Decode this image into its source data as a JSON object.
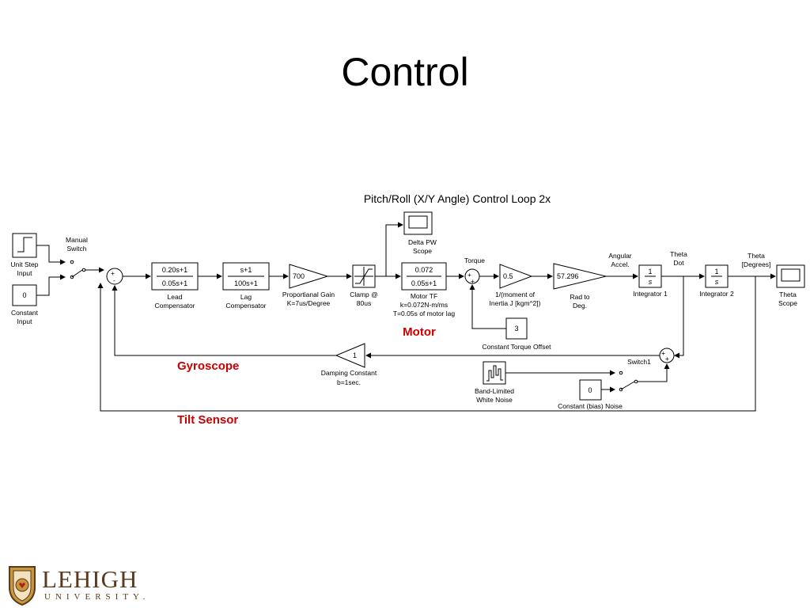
{
  "slide": {
    "title": "Control"
  },
  "diagram": {
    "title": "Pitch/Roll (X/Y Angle) Control Loop 2x",
    "blocks": {
      "unit_step": "Unit Step",
      "unit_step_2": "Input",
      "constant_value": "0",
      "constant_input": "Constant",
      "constant_input_2": "Input",
      "manual_switch": "Manual",
      "manual_switch_2": "Switch",
      "lead_num": "0.20s+1",
      "lead_den": "0.05s+1",
      "lead_label": "Lead",
      "lead_label_2": "Compensator",
      "lag_num": "s+1",
      "lag_den": "100s+1",
      "lag_label": "Lag",
      "lag_label_2": "Compensator",
      "gain_value": "700",
      "gain_label": "Proportianal Gain",
      "gain_label_2": "K=7us/Degree",
      "clamp_label": "Clamp @",
      "clamp_label_2": "80us",
      "delta_scope": "Delta PW",
      "delta_scope_2": "Scope",
      "motor_num": "0.072",
      "motor_den": "0.05s+1",
      "motor_label": "Motor TF",
      "motor_label_2": "k=0.072N-m/ms",
      "motor_label_3": "T=0.05s of motor lag",
      "torque": "Torque",
      "inertia_value": "0.5",
      "inertia_label": "1/(moment of",
      "inertia_label_2": "Inertia J [kgm^2])",
      "rad_value": "57.296",
      "rad_label": "Rad to",
      "rad_label_2": "Deg.",
      "angular": "Angular",
      "angular_2": "Accel.",
      "int1_num": "1",
      "int1_den": "s",
      "int1_label": "Integrator 1",
      "theta_dot": "Theta",
      "theta_dot_2": "Dot",
      "int2_num": "1",
      "int2_den": "s",
      "int2_label": "Integrator 2",
      "theta": "Theta",
      "theta_2": "[Degrees]",
      "theta_scope": "Theta",
      "theta_scope_2": "Scope",
      "torque_offset_value": "3",
      "torque_offset_label": "Constant Torque Offset",
      "damping_value": "1",
      "damping_label": "Damping Constant",
      "damping_label_2": "b=1sec.",
      "switch1": "Switch1",
      "noise_label": "Band-Limited",
      "noise_label_2": "White Noise",
      "bias_value": "0",
      "bias_label": "Constant (bias) Noise",
      "sum_plus": "+",
      "sum_minus": "-"
    },
    "annotations": {
      "motor": "Motor",
      "gyroscope": "Gyroscope",
      "tilt_sensor": "Tilt Sensor"
    }
  },
  "logo": {
    "name": "LEHIGH",
    "sub": "UNIVERSITY."
  },
  "colors": {
    "annotation": "#cc0000",
    "logo": "#5a3a1a"
  }
}
